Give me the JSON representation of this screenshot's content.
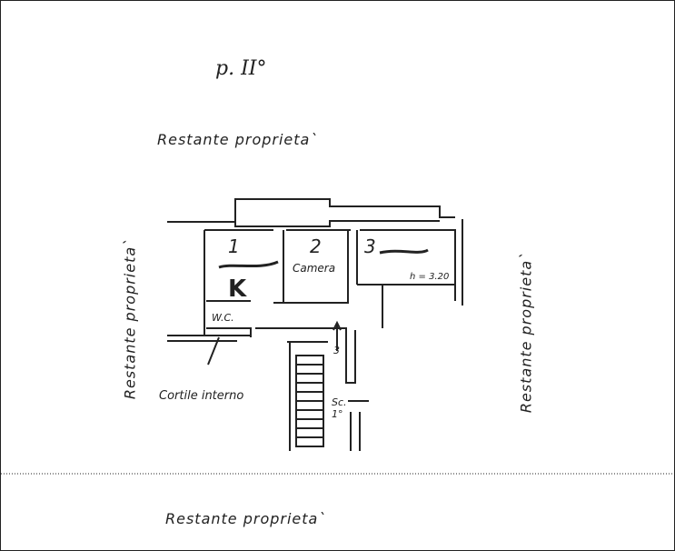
{
  "floor_label": "p. II°",
  "surroundings": {
    "top": "Restante proprieta`",
    "left": "Restante proprieta`",
    "right": "Restante proprieta`",
    "bottom": "Restante proprieta`"
  },
  "rooms": {
    "room1_number": "1",
    "room1_letter": "K",
    "room2_number": "2",
    "room2_name": "Camera",
    "room3_number": "3",
    "ceiling_height": "h = 3.20",
    "wc": "W.C.",
    "courtyard": "Cortile interno",
    "stair": "Sc. 1°",
    "entrance_arrow_label": "3"
  }
}
